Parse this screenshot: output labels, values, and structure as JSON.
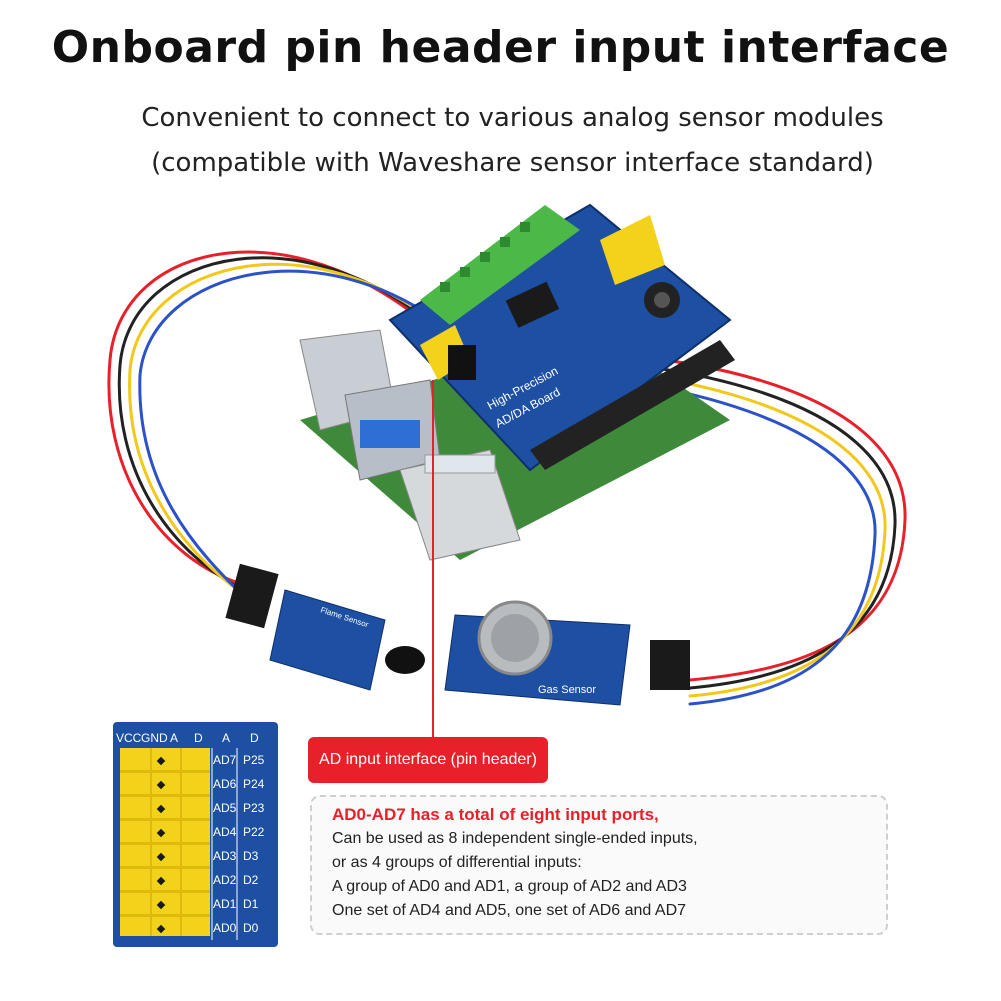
{
  "title": "Onboard pin header input interface",
  "subtitle_line1": "Convenient to connect to various analog sensor modules",
  "subtitle_line2": "(compatible with Waveshare sensor interface standard)",
  "callout_label": "AD input interface (pin header)",
  "info": {
    "headline": "AD0-AD7 has a total of eight input ports,",
    "lines": [
      "Can be used as 8 independent single-ended inputs,",
      "or as 4 groups of differential inputs:",
      "A group of AD0 and AD1, a group of AD2 and AD3",
      "One set of AD4 and AD5, one set of AD6 and AD7"
    ]
  },
  "board": {
    "line1": "High-Precision",
    "line2": "AD/DA Board"
  },
  "gas_sensor_label": "Gas Sensor",
  "flame_sensor_label": "Flame Sensor",
  "pin_header": {
    "col_headers": [
      "VCC",
      "GND",
      "A",
      "D",
      "A",
      "D"
    ],
    "a_labels": [
      "AD7",
      "AD6",
      "AD5",
      "AD4",
      "AD3",
      "AD2",
      "AD1",
      "AD0"
    ],
    "d_labels": [
      "P25",
      "P24",
      "P23",
      "P22",
      "D3",
      "D2",
      "D1",
      "D0"
    ]
  },
  "colors": {
    "accent_red": "#e8202a",
    "pcb_blue": "#1d4fa3",
    "header_yellow": "#f2d21b",
    "terminal_green": "#4cb848"
  }
}
